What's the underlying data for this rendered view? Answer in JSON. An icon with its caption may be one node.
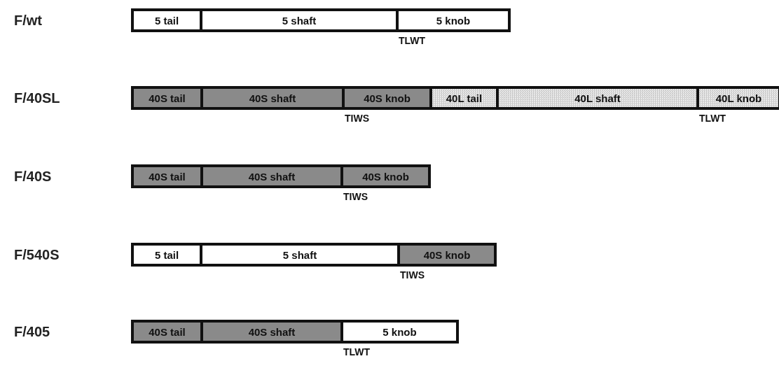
{
  "diagram": {
    "nodes": [
      {
        "text": [],
        "shape": "bar"
      },
      {
        "text": [
          "5 tail"
        ],
        "in": 0
      },
      {
        "text": [
          "5 shaft"
        ],
        "in": 0
      },
      {
        "text": [
          "5 knob"
        ],
        "in": 0,
        "beside": [
          "TLWT"
        ]
      },
      {
        "text": [],
        "shape": "bar"
      },
      {
        "text": [
          "40S tail"
        ],
        "in": 4
      },
      {
        "text": [
          "40S shaft"
        ],
        "in": 4
      },
      {
        "text": [
          "40S knob"
        ],
        "in": 4,
        "beside": [
          "TIWS"
        ]
      },
      {
        "text": [
          "40L tail"
        ],
        "in": 4
      },
      {
        "text": [
          "40L shaft"
        ],
        "in": 4
      },
      {
        "text": [
          "40L knob"
        ],
        "in": 4,
        "beside": [
          "TLWT"
        ]
      },
      {
        "text": [],
        "shape": "bar"
      },
      {
        "text": [
          "40S tail"
        ],
        "in": 11
      },
      {
        "text": [
          "40S shaft"
        ],
        "in": 11
      },
      {
        "text": [
          "40S knob"
        ],
        "in": 11,
        "beside": [
          "TIWS"
        ]
      },
      {
        "text": [],
        "shape": "bar"
      },
      {
        "text": [
          "5 tail"
        ],
        "in": 15
      },
      {
        "text": [
          "5 shaft"
        ],
        "in": 15
      },
      {
        "text": [
          "40S knob"
        ],
        "in": 15,
        "beside": [
          "TIWS"
        ]
      },
      {
        "text": [],
        "shape": "bar"
      },
      {
        "text": [
          "40S tail"
        ],
        "in": 19
      },
      {
        "text": [
          "40S shaft"
        ],
        "in": 19
      },
      {
        "text": [
          "5 knob"
        ],
        "in": 19,
        "beside": [
          "TLWT"
        ]
      }
    ],
    "edges": [],
    "labels": [
      "F/wt",
      "F/40SL",
      "F/40S",
      "F/540S",
      "F/405"
    ]
  }
}
